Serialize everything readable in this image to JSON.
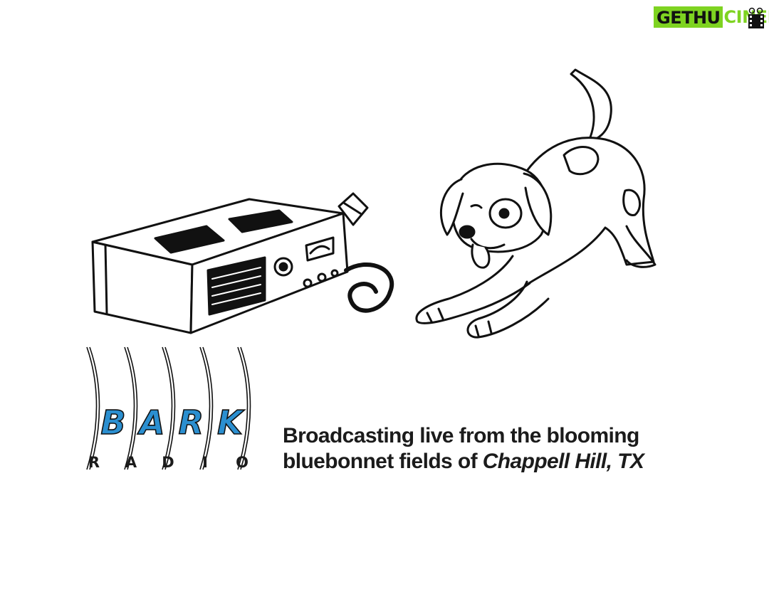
{
  "watermark": {
    "left_text": "GETHU",
    "right_text": "CINEMA",
    "icon": "film-reel-icon",
    "colors": {
      "green": "#7ed321",
      "dark": "#111111"
    }
  },
  "illustration": {
    "radio_icon": "vintage-radio-icon",
    "dog_icon": "playful-dog-icon",
    "waves_icon": "radio-waves-icon"
  },
  "logo": {
    "letters": [
      "B",
      "A",
      "R",
      "K"
    ],
    "subtitle_letters": [
      "R",
      "A",
      "D",
      "I",
      "O"
    ],
    "colors": {
      "blue": "#2b8fd0",
      "outline": "#111111"
    }
  },
  "tagline": {
    "line1": "Broadcasting live from the blooming",
    "line2_plain": "bluebonnet fields of ",
    "line2_italic": "Chappell Hill, TX"
  }
}
